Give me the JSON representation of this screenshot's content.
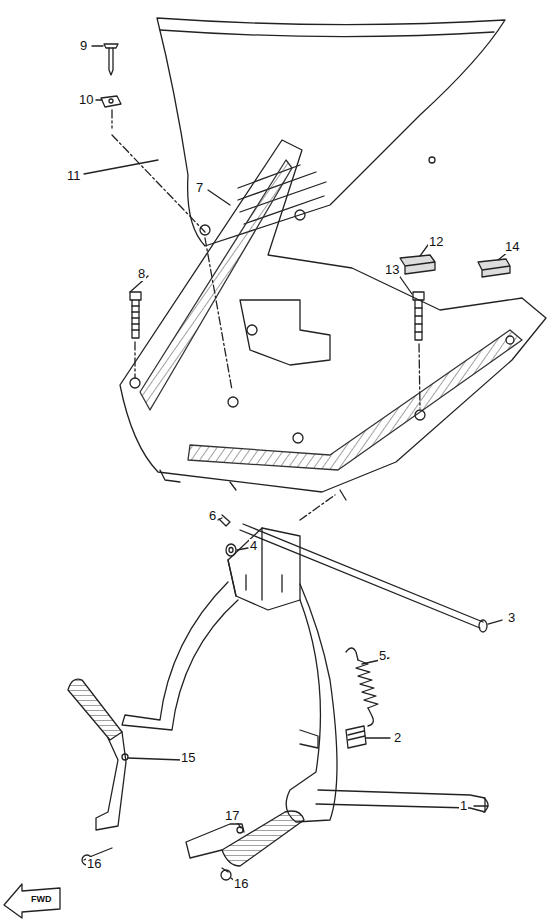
{
  "diagram": {
    "labels": [
      "9",
      "10",
      "11",
      "12",
      "14",
      "7",
      "13",
      "8",
      "6",
      "4",
      "3",
      "5",
      "2",
      "15",
      "1",
      "17",
      "16",
      "16",
      "FWD"
    ]
  }
}
